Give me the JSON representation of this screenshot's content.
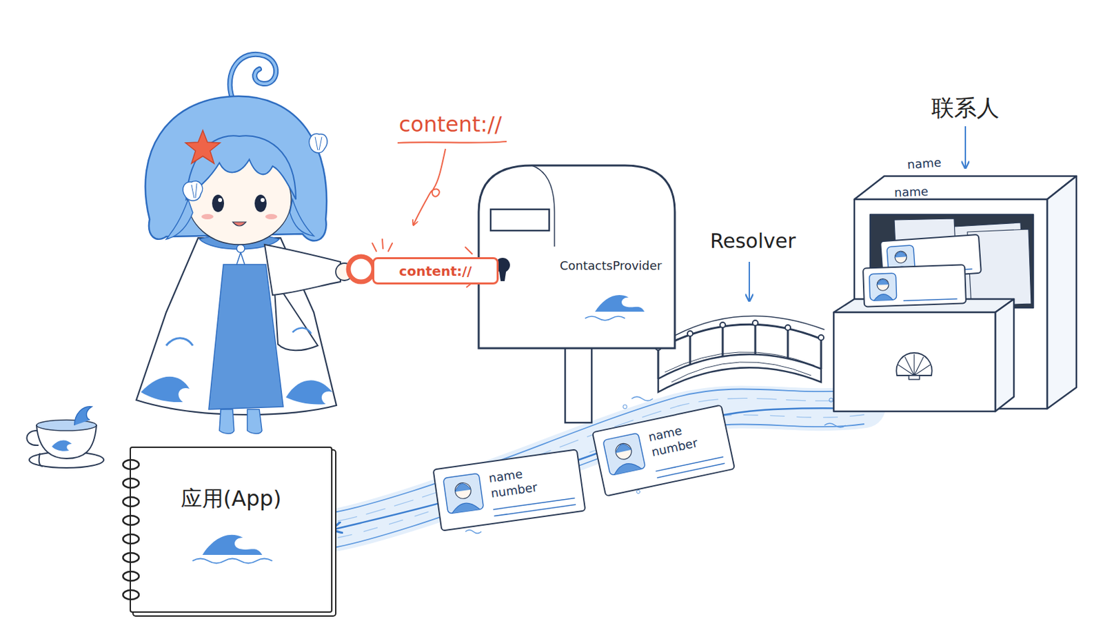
{
  "diagram": {
    "nodes": [
      {
        "text": [
          "content://"
        ]
      },
      {
        "text": [
          "ContactsProvider"
        ]
      },
      {
        "text": [
          "联系人"
        ]
      },
      {
        "text": [
          "name"
        ],
        "in": 2
      },
      {
        "text": [
          "name"
        ],
        "in": 2
      },
      {
        "text": [
          "name",
          "number"
        ]
      },
      {
        "text": [
          "name",
          "number"
        ]
      },
      {
        "text": [
          "应用(App)"
        ]
      }
    ],
    "edges": [
      {
        "from": 2,
        "to": 7,
        "arrow": "to"
      }
    ],
    "labels": [
      "content://",
      "Resolver"
    ]
  }
}
